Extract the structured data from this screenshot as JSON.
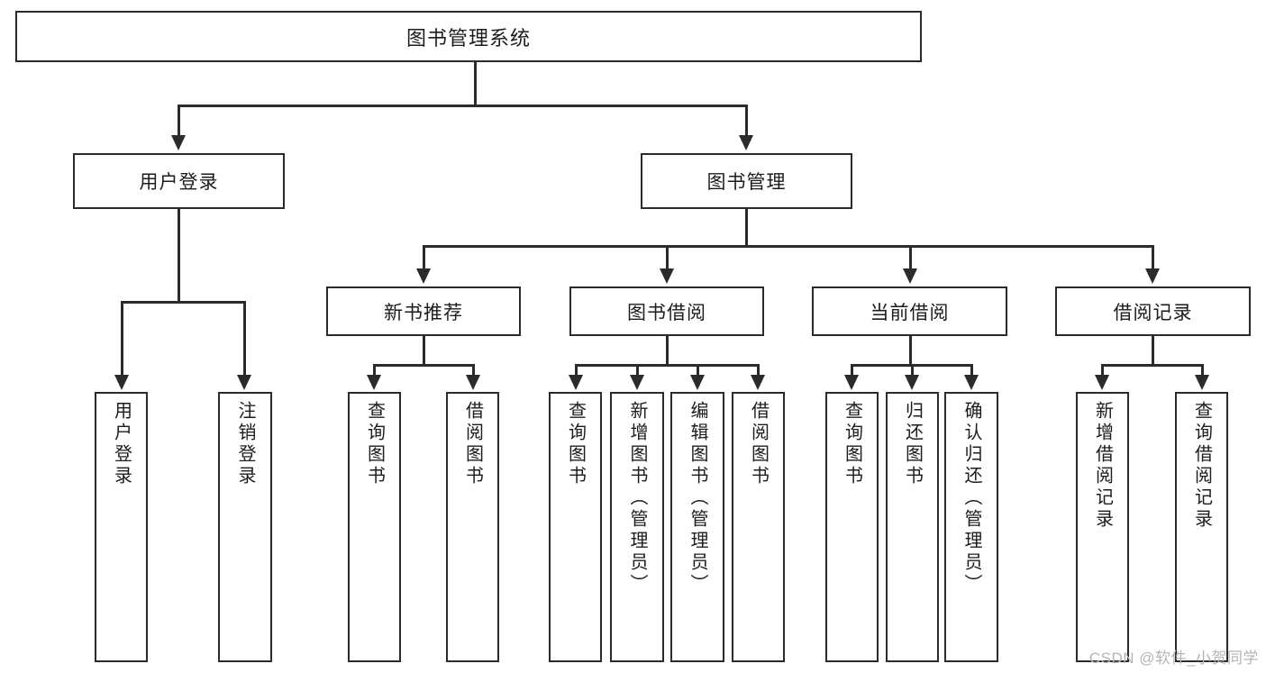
{
  "diagram": {
    "title": "图书管理系统",
    "type": "tree",
    "root": {
      "label": "图书管理系统"
    },
    "level1": [
      {
        "label": "用户登录"
      },
      {
        "label": "图书管理"
      }
    ],
    "level2": [
      {
        "label": "新书推荐"
      },
      {
        "label": "图书借阅"
      },
      {
        "label": "当前借阅"
      },
      {
        "label": "借阅记录"
      }
    ],
    "leaves": {
      "user_login": [
        {
          "label": "用户登录"
        },
        {
          "label": "注销登录"
        }
      ],
      "new_book": [
        {
          "label": "查询图书"
        },
        {
          "label": "借阅图书"
        }
      ],
      "book_borrow": [
        {
          "label": "查询图书"
        },
        {
          "label": "新增图书（管理员）"
        },
        {
          "label": "编辑图书（管理员）"
        },
        {
          "label": "借阅图书"
        }
      ],
      "current_borrow": [
        {
          "label": "查询图书"
        },
        {
          "label": "归还图书"
        },
        {
          "label": "确认归还（管理员）"
        }
      ],
      "borrow_record": [
        {
          "label": "新增借阅记录"
        },
        {
          "label": "查询借阅记录"
        }
      ]
    }
  },
  "watermark": {
    "text": "CSDN @软件_小贺同学"
  },
  "colors": {
    "border": "#2b2b2b",
    "background": "#ffffff",
    "text": "#1c1c1c",
    "watermark": "#b4b4b4"
  }
}
